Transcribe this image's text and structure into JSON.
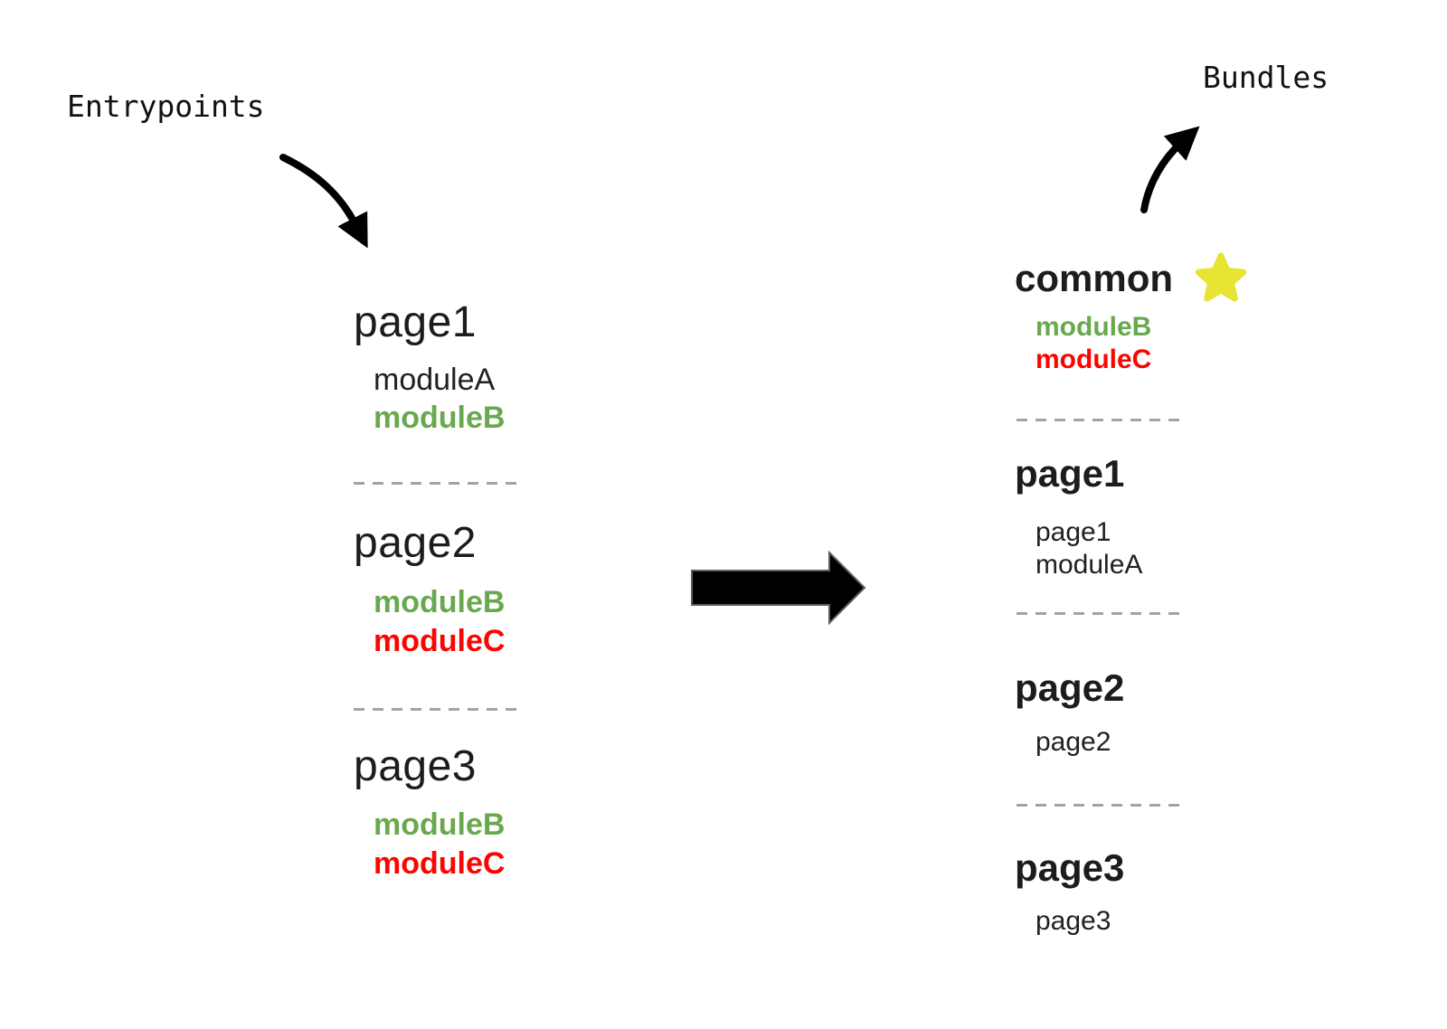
{
  "labels": {
    "entrypoints": "Entrypoints",
    "bundles": "Bundles"
  },
  "colors": {
    "green": "#6aa84f",
    "red": "#fb0500",
    "ink": "#1a1a1a",
    "star": "#e7e434",
    "divider": "#a3a3a3",
    "arrow": "#000000",
    "arrow-outline": "#5f5f5f"
  },
  "entrypoints": [
    {
      "name": "page1",
      "modules": [
        {
          "label": "moduleA",
          "color": "plain"
        },
        {
          "label": "moduleB",
          "color": "green"
        }
      ]
    },
    {
      "name": "page2",
      "modules": [
        {
          "label": "moduleB",
          "color": "green"
        },
        {
          "label": "moduleC",
          "color": "red"
        }
      ]
    },
    {
      "name": "page3",
      "modules": [
        {
          "label": "moduleB",
          "color": "green"
        },
        {
          "label": "moduleC",
          "color": "red"
        }
      ]
    }
  ],
  "bundles": [
    {
      "name": "common",
      "icon": "star",
      "modules": [
        {
          "label": "moduleB",
          "color": "green"
        },
        {
          "label": "moduleC",
          "color": "red"
        }
      ]
    },
    {
      "name": "page1",
      "icon": null,
      "modules": [
        {
          "label": "page1",
          "color": "plain"
        },
        {
          "label": "moduleA",
          "color": "plain"
        }
      ]
    },
    {
      "name": "page2",
      "icon": null,
      "modules": [
        {
          "label": "page2",
          "color": "plain"
        }
      ]
    },
    {
      "name": "page3",
      "icon": null,
      "modules": [
        {
          "label": "page3",
          "color": "plain"
        }
      ]
    }
  ]
}
